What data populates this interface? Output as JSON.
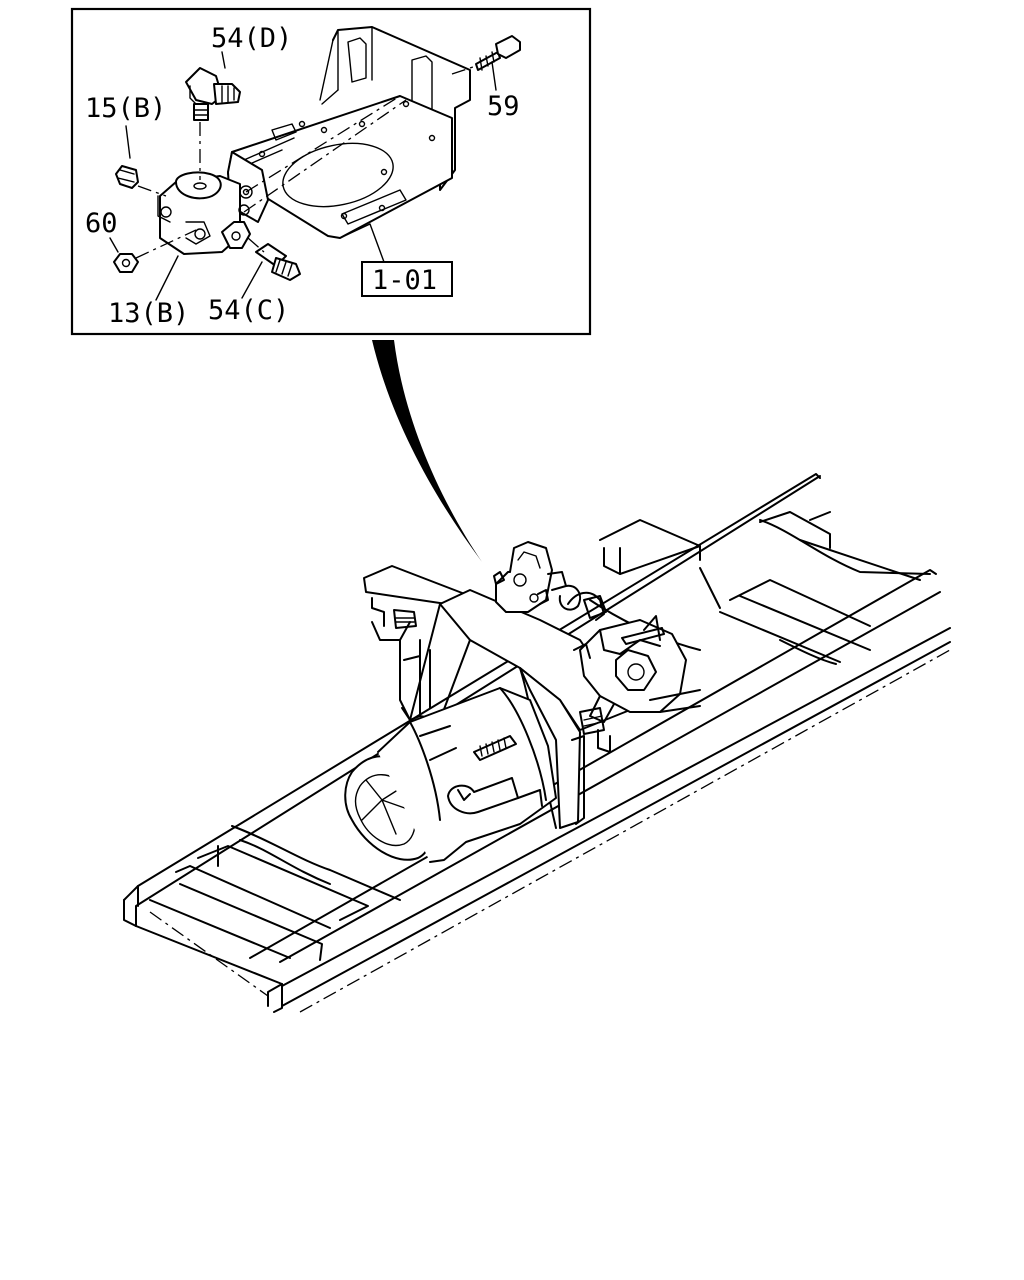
{
  "diagram": {
    "inset": {
      "labels": {
        "part_54d": "54(D)",
        "part_15b": "15(B)",
        "part_59": "59",
        "part_60": "60",
        "part_13b": "13(B)",
        "part_54c": "54(C)",
        "ref_1_01": "1-01"
      }
    },
    "icons": [
      "elbow-fitting-icon",
      "bolt-icon",
      "plug-icon",
      "nut-icon",
      "valve-block-icon",
      "straight-fitting-icon",
      "bracket-icon",
      "frame-icon",
      "transmission-icon",
      "axle-icon"
    ]
  }
}
